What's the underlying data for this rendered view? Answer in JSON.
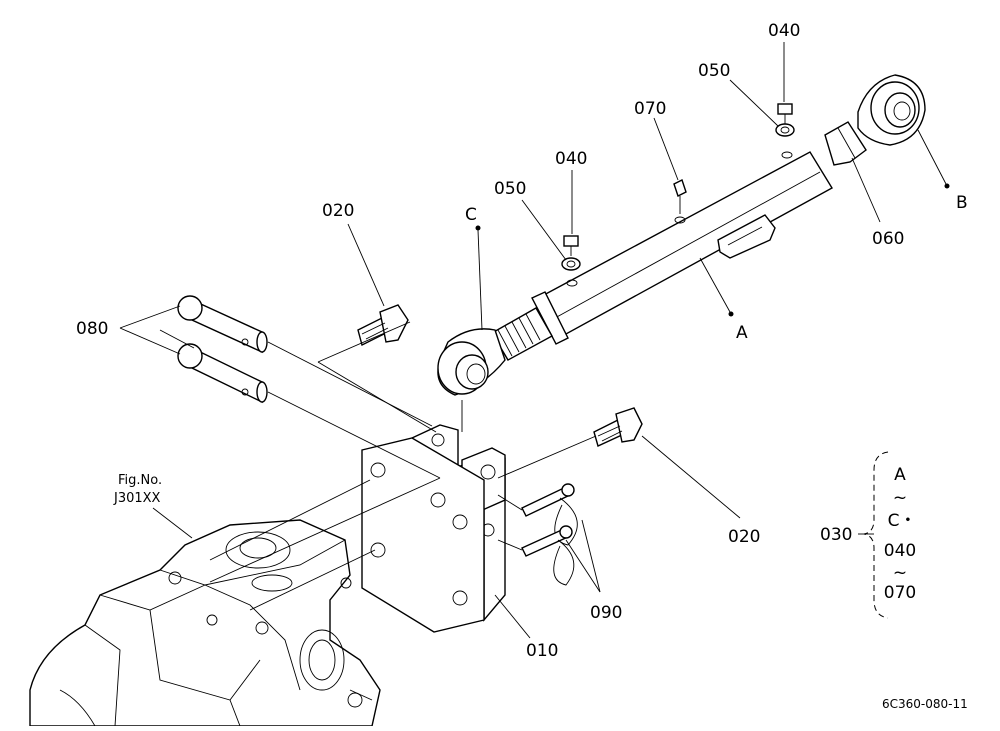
{
  "labels": {
    "p010": "010",
    "p020_top": "020",
    "p020_right": "020",
    "p030": "030",
    "p040_top": "040",
    "p040_mid": "040",
    "p050_top": "050",
    "p050_mid": "050",
    "p060": "060",
    "p070": "070",
    "p080": "080",
    "p090": "090",
    "ref_a": "A",
    "ref_b": "B",
    "ref_c": "C"
  },
  "kit": {
    "line1": "A",
    "tilde1": "~",
    "line2": "C・",
    "line3": "040",
    "tilde2": "~",
    "line4": "070"
  },
  "fig_ref": {
    "line1": "Fig.No.",
    "line2": "J301XX"
  },
  "drawing_code": "6C360-080-11"
}
